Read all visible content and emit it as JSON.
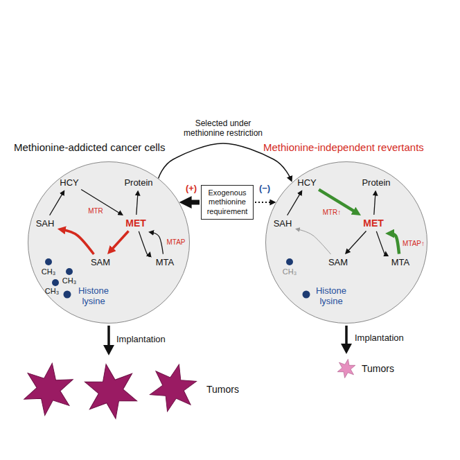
{
  "diagram": {
    "nodes": [
      {
        "text": [
          "Methionine-addicted cancer cells"
        ]
      },
      {
        "text": [
          "HCY"
        ],
        "in": 0
      },
      {
        "text": [
          "Protein"
        ],
        "in": 0
      },
      {
        "text": [
          "SAH"
        ],
        "in": 0
      },
      {
        "text": [
          "MET"
        ],
        "in": 0
      },
      {
        "text": [
          "SAM"
        ],
        "in": 0
      },
      {
        "text": [
          "MTA"
        ],
        "in": 0
      },
      {
        "text": [
          "Exogenous methionine requirement"
        ]
      },
      {
        "text": [
          "Methionine-independent revertants"
        ]
      },
      {
        "text": [
          "HCY"
        ],
        "in": 8
      },
      {
        "text": [
          "Protein"
        ],
        "in": 8
      },
      {
        "text": [
          "SAH"
        ],
        "in": 8
      },
      {
        "text": [
          "MET"
        ],
        "in": 8
      },
      {
        "text": [
          "SAM"
        ],
        "in": 8
      },
      {
        "text": [
          "MTA"
        ],
        "in": 8
      }
    ],
    "edges": [
      {
        "from": 0,
        "to": 8,
        "label": "Selected under methionine restriction",
        "arrow": "to"
      },
      {
        "from": 7,
        "to": 0,
        "label": "(+)",
        "arrow": "to"
      },
      {
        "from": 7,
        "to": 8,
        "label": "(−)",
        "arrow": "to"
      },
      {
        "from": 3,
        "to": 1,
        "arrow": "to"
      },
      {
        "from": 1,
        "to": 4,
        "label": "MTR",
        "arrow": "to"
      },
      {
        "from": 4,
        "to": 2,
        "arrow": "to"
      },
      {
        "from": 4,
        "to": 5,
        "arrow": "to"
      },
      {
        "from": 5,
        "to": 3,
        "arrow": "to"
      },
      {
        "from": 4,
        "to": 6,
        "arrow": "to"
      },
      {
        "from": 6,
        "to": 4,
        "label": "MTAP",
        "arrow": "to"
      },
      {
        "from": 11,
        "to": 9,
        "arrow": "to"
      },
      {
        "from": 9,
        "to": 12,
        "label": "MTR↑",
        "arrow": "to"
      },
      {
        "from": 12,
        "to": 10,
        "arrow": "to"
      },
      {
        "from": 12,
        "to": 13,
        "arrow": "to"
      },
      {
        "from": 13,
        "to": 11,
        "arrow": "to"
      },
      {
        "from": 12,
        "to": 14,
        "arrow": "to"
      },
      {
        "from": 14,
        "to": 12,
        "label": "MTAP↑",
        "arrow": "to"
      }
    ],
    "labels": [
      "CH₃",
      "CH₃",
      "CH₃",
      "Histone lysine",
      "Implantation",
      "Tumors",
      "CH₃",
      "Histone lysine",
      "Implantation",
      "Tumors"
    ]
  }
}
